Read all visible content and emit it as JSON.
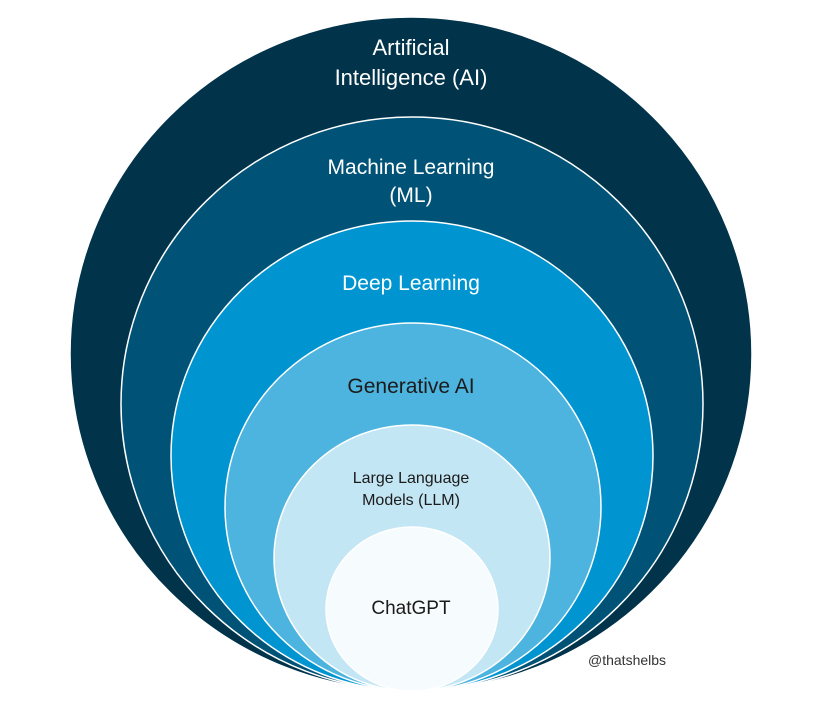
{
  "title": "AI hierarchy nested circles",
  "layers": [
    {
      "label_lines": [
        "Artificial",
        "Intelligence (AI)"
      ],
      "color": "#01334a"
    },
    {
      "label_lines": [
        "Machine Learning",
        "(ML)"
      ],
      "color": "#005377"
    },
    {
      "label_lines": [
        "Deep Learning"
      ],
      "color": "#0095d0"
    },
    {
      "label_lines": [
        "Generative AI"
      ],
      "color": "#4db4df"
    },
    {
      "label_lines": [
        "Large Language",
        "Models (LLM)"
      ],
      "color": "#c3e6f4"
    },
    {
      "label_lines": [
        "ChatGPT"
      ],
      "color": "#f6fbfe"
    }
  ],
  "watermark": "@thatshelbs"
}
